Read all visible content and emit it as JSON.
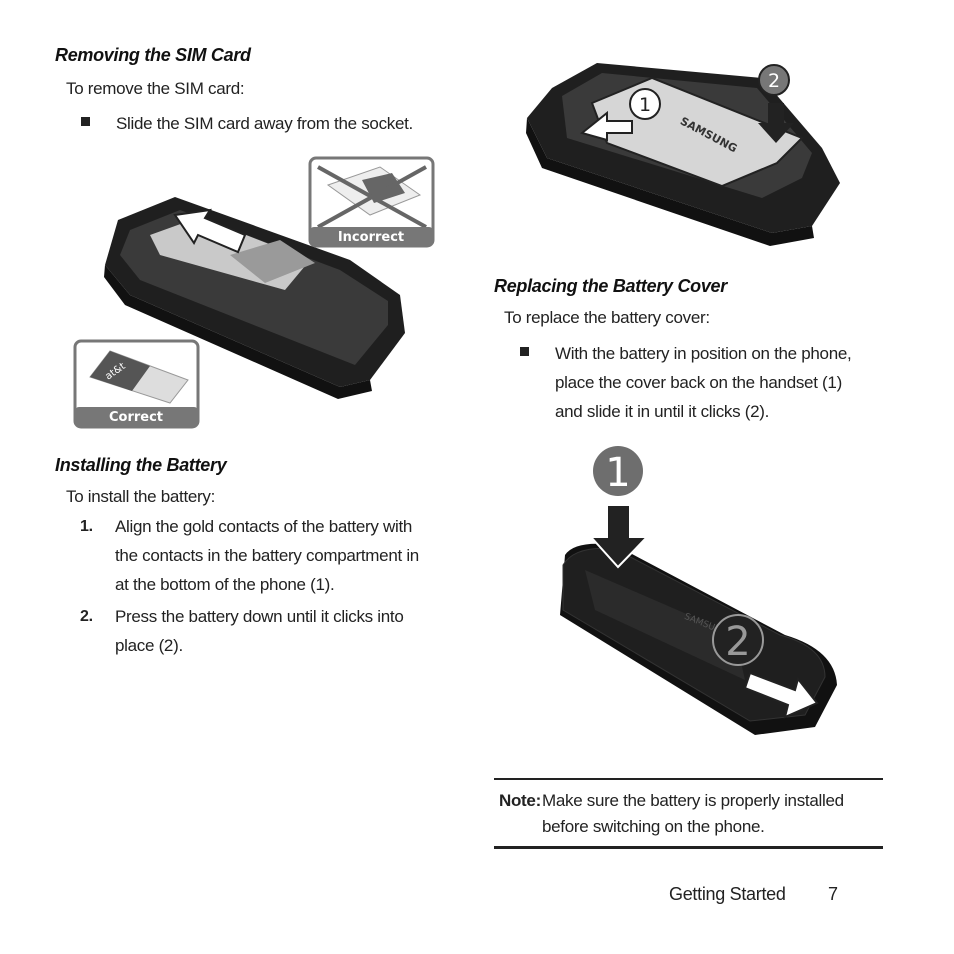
{
  "left": {
    "sim_heading": "Removing the SIM Card",
    "sim_intro": "To remove the SIM card:",
    "sim_bullet": "Slide the SIM card away from the socket.",
    "figure_incorrect_label": "Incorrect",
    "figure_correct_label": "Correct",
    "figure_card_logo": "at&t",
    "battery_heading": "Installing the Battery",
    "battery_intro": "To install the battery:",
    "steps": [
      {
        "num": "1.",
        "lines": [
          "Align the gold contacts of the battery with",
          "the contacts in the battery compartment in",
          "at the bottom of the phone (1)."
        ]
      },
      {
        "num": "2.",
        "lines": [
          "Press the battery down until it clicks into",
          "place (2)."
        ]
      }
    ]
  },
  "right": {
    "battery_figure_markers": [
      "1",
      "2"
    ],
    "battery_brand": "SAMSUNG",
    "cover_heading": "Replacing the Battery Cover",
    "cover_intro": "To replace the battery cover:",
    "cover_bullet_lines": [
      "With the battery in position on the phone,",
      "place the cover back on the handset (1)",
      "and slide it in until it clicks (2)."
    ],
    "cover_figure_markers": [
      "1",
      "2"
    ],
    "cover_brand": "SAMSUNG",
    "note_label": "Note:",
    "note_lines": [
      "Make sure the battery is properly installed",
      "before switching on the phone."
    ]
  },
  "footer": {
    "section": "Getting Started",
    "page": "7"
  },
  "colors": {
    "phone_body": "#1f1f1f",
    "figure_frame": "#777777",
    "text": "#222222"
  }
}
